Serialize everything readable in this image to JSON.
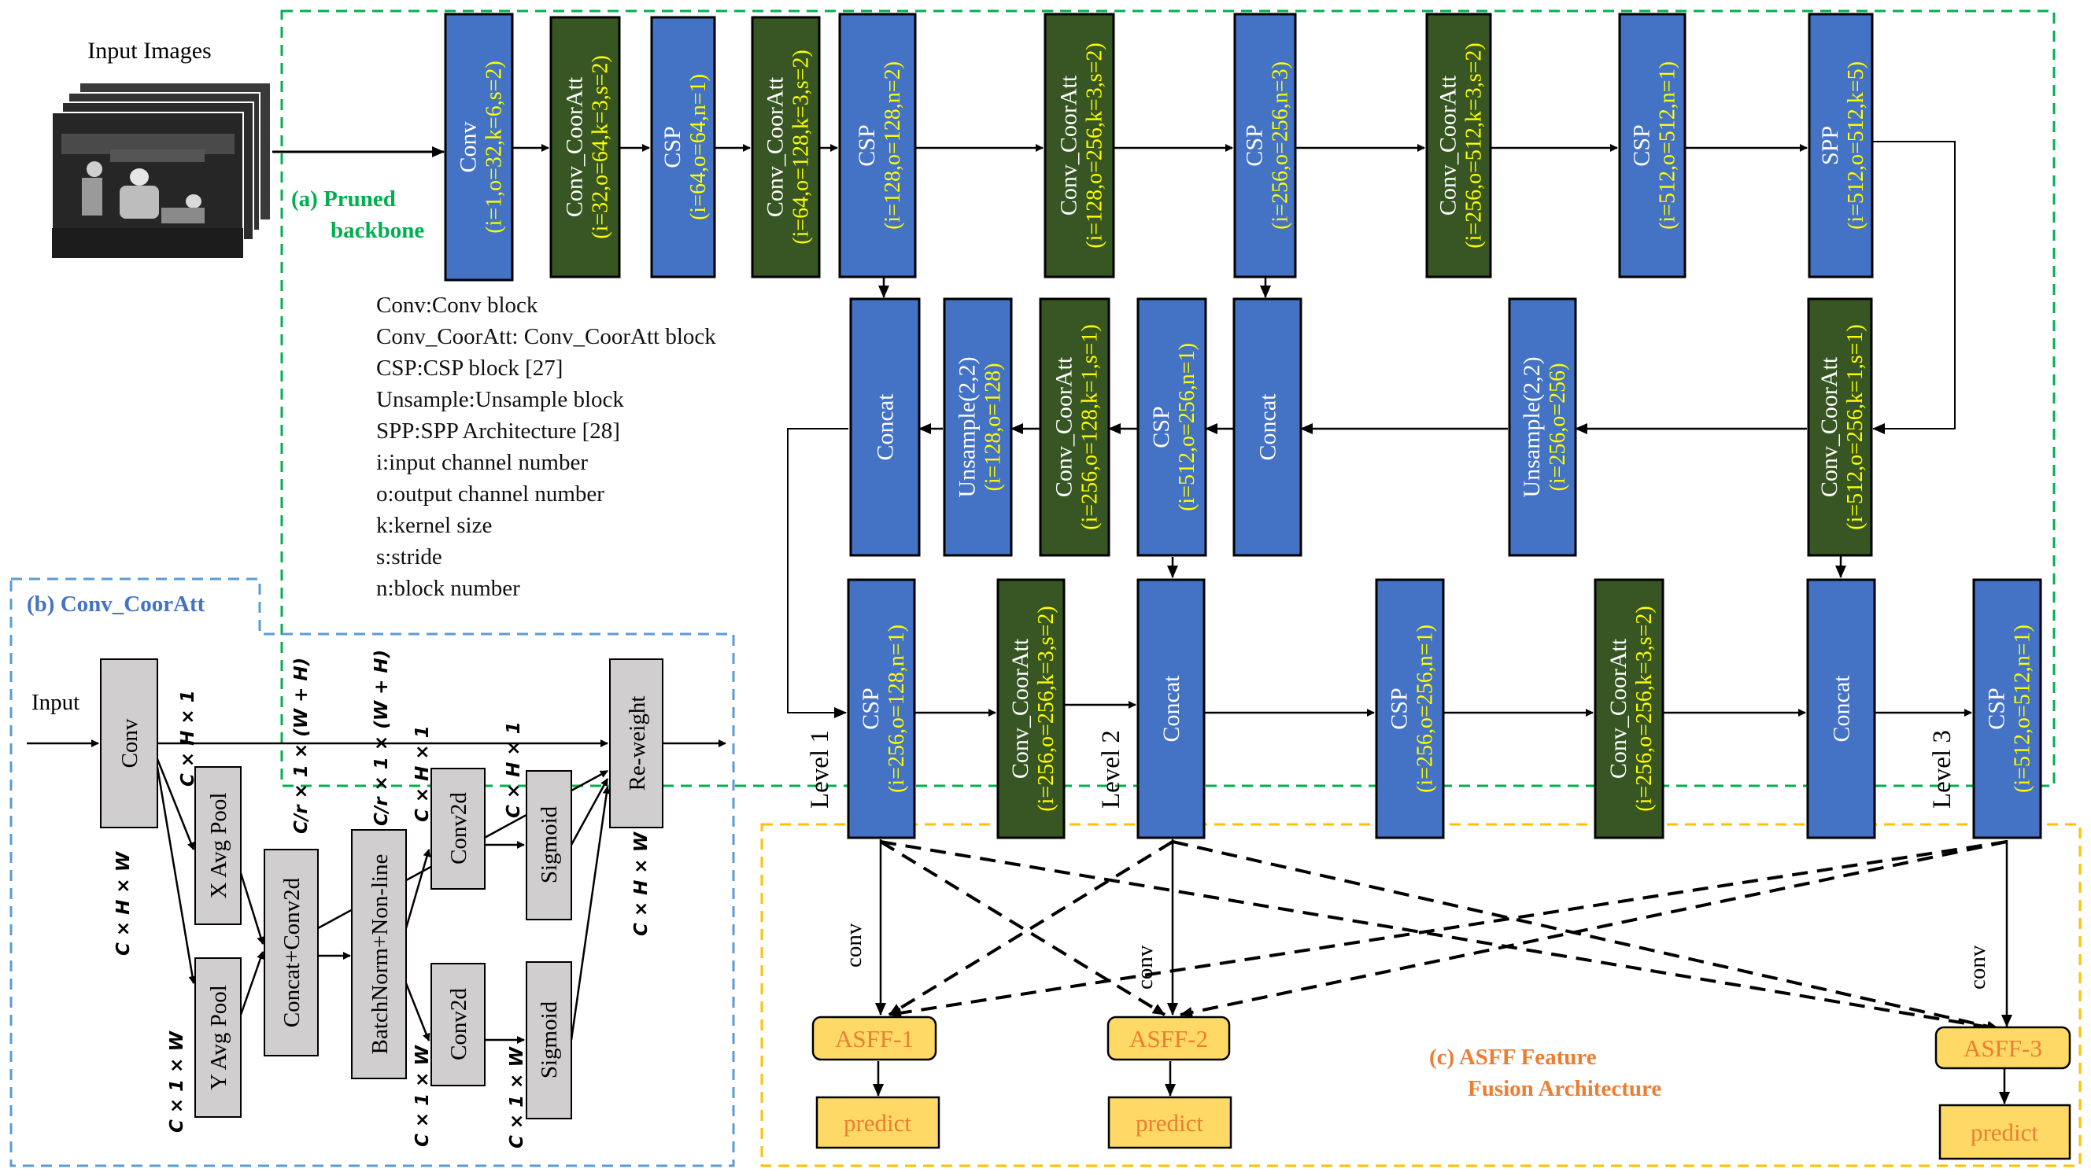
{
  "input_images_label": "Input Images",
  "section_a": {
    "line1": "(a)  Pruned",
    "line2": "backbone"
  },
  "section_b": "(b) Conv_CoorAtt",
  "section_c": {
    "line1": "(c)  ASFF Feature",
    "line2": "Fusion Architecture"
  },
  "legend": [
    "Conv:Conv block",
    "Conv_CoorAtt: Conv_CoorAtt block",
    "CSP:CSP block [27]",
    "Unsample:Unsample block",
    "SPP:SPP Architecture [28]",
    "i:input channel number",
    "o:output channel number",
    "k:kernel size",
    "s:stride",
    "n:block number"
  ],
  "backbone": [
    {
      "name": "Conv",
      "params": "(i=1,o=32,k=6,s=2)",
      "kind": "blue"
    },
    {
      "name": "Conv_CoorAtt",
      "params": "(i=32,o=64,k=3,s=2)",
      "kind": "green"
    },
    {
      "name": "CSP",
      "params": "(i=64,o=64,n=1)",
      "kind": "blue"
    },
    {
      "name": "Conv_CoorAtt",
      "params": "(i=64,o=128,k=3,s=2)",
      "kind": "green"
    },
    {
      "name": "CSP",
      "params": "(i=128,o=128,n=2)",
      "kind": "blue"
    },
    {
      "name": "Conv_CoorAtt",
      "params": "(i=128,o=256,k=3,s=2)",
      "kind": "green"
    },
    {
      "name": "CSP",
      "params": "(i=256,o=256,n=3)",
      "kind": "blue"
    },
    {
      "name": "Conv_CoorAtt",
      "params": "(i=256,o=512,k=3,s=2)",
      "kind": "green"
    },
    {
      "name": "CSP",
      "params": "(i=512,o=512,n=1)",
      "kind": "blue"
    },
    {
      "name": "SPP",
      "params": "(i=512,o=512,k=5)",
      "kind": "blue"
    }
  ],
  "neck_row": [
    {
      "name": "Concat",
      "params": "",
      "kind": "blue"
    },
    {
      "name": "Unsample(2,2)",
      "params": "(i=128,o=128)",
      "kind": "blue"
    },
    {
      "name": "Conv_CoorAtt",
      "params": "(i=256,o=128,k=1,s=1)",
      "kind": "green"
    },
    {
      "name": "CSP",
      "params": "(i=512,o=256,n=1)",
      "kind": "blue"
    },
    {
      "name": "Concat",
      "params": "",
      "kind": "blue"
    },
    {
      "name": "Unsample(2,2)",
      "params": "(i=256,o=256)",
      "kind": "blue"
    },
    {
      "name": "Conv_CoorAtt",
      "params": "(i=512,o=256,k=1,s=1)",
      "kind": "green"
    }
  ],
  "head_row": [
    {
      "name": "CSP",
      "params": "(i=256,o=128,n=1)",
      "kind": "blue"
    },
    {
      "name": "Conv_CoorAtt",
      "params": "(i=256,o=256,k=3,s=2)",
      "kind": "green"
    },
    {
      "name": "Concat",
      "params": "",
      "kind": "blue"
    },
    {
      "name": "CSP",
      "params": "(i=256,o=256,n=1)",
      "kind": "blue"
    },
    {
      "name": "Conv_CoorAtt",
      "params": "(i=256,o=256,k=3,s=2)",
      "kind": "green"
    },
    {
      "name": "Concat",
      "params": "",
      "kind": "blue"
    },
    {
      "name": "CSP",
      "params": "(i=512,o=512,n=1)",
      "kind": "blue"
    }
  ],
  "levels": [
    "Level 1",
    "Level 2",
    "Level 3"
  ],
  "asff": [
    "ASFF-1",
    "ASFF-2",
    "ASFF-3"
  ],
  "predict": [
    "predict",
    "predict",
    "predict"
  ],
  "conv_labels": [
    "conv",
    "conv",
    "conv"
  ],
  "coor": {
    "input": "Input",
    "conv": "Conv",
    "x_pool": "X Avg Pool",
    "y_pool": "Y Avg Pool",
    "concat": "Concat+Conv2d",
    "bn": "BatchNorm+Non-line",
    "conv2d_top": "Conv2d",
    "conv2d_bottom": "Conv2d",
    "sigmoid_top": "Sigmoid",
    "sigmoid_bottom": "Sigmoid",
    "reweight": "Re-weight",
    "dims": {
      "chw_left": "C × H × W",
      "ch1_top": "C × H × 1",
      "c1w_bottom": "C × 1 × W",
      "cr_wh": "C/r × 1 × (W + H)",
      "cr_wh2": "C/r × 1 × (W + H)",
      "ch1_mid": "C × H × 1",
      "c1w_mid": "C × 1 × W",
      "ch1_sig": "C × H × 1",
      "c1w_sig": "C × 1 × W",
      "chw_right": "C × H × W"
    }
  },
  "colors": {
    "blue": "#4472c4",
    "green": "#375623",
    "param_yellow": "#ffff00",
    "asff_fill": "#ffd966",
    "asff_text": "#ed7d31",
    "green_dash": "#00b050",
    "blue_dash": "#5b9bd5",
    "orange_dash": "#ffc000",
    "gray_box": "#d0cece"
  }
}
